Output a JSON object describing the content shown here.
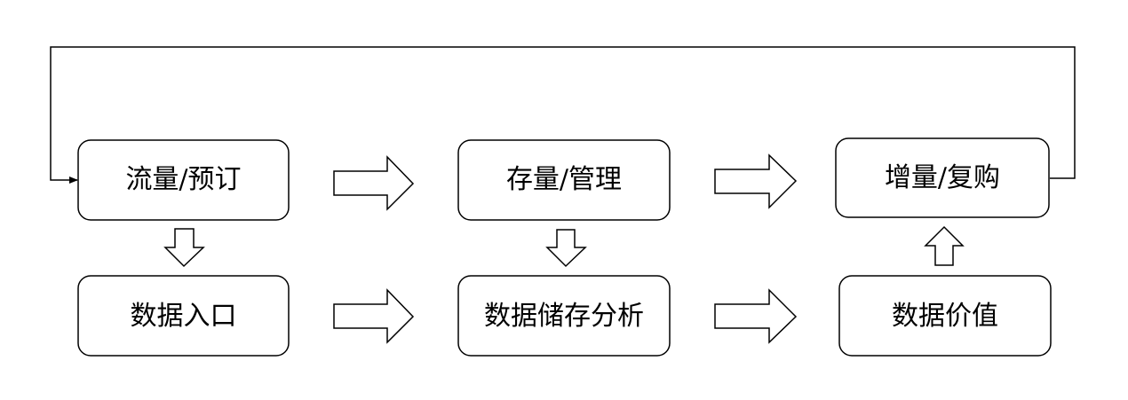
{
  "colors": {
    "stroke": "#000000",
    "node_fill": "#ffffff",
    "background": "#ffffff"
  },
  "nodes": {
    "traffic_booking": "流量/预订",
    "stock_management": "存量/管理",
    "increment_repurchase": "增量/复购",
    "data_entry": "数据入口",
    "data_storage_analysis": "数据储存分析",
    "data_value": "数据价值"
  }
}
